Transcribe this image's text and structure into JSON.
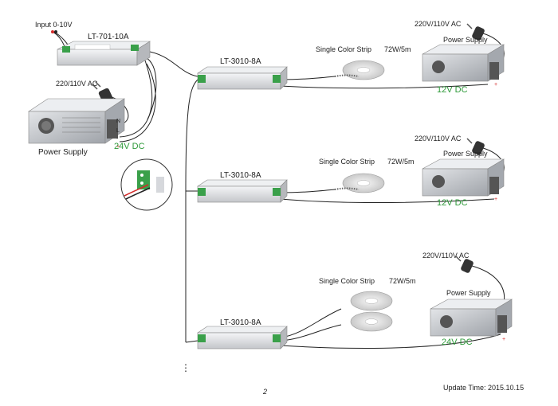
{
  "diagram": {
    "input_label": "Input 0-10V",
    "dimmer_model": "LT-701-10A",
    "ac_label_left": "220/110V AC",
    "psu_left_label": "Power Supply",
    "psu_left_dc": "24V DC",
    "rows": [
      {
        "controller": "LT-3010-8A",
        "strip_label": "Single Color Strip",
        "strip_power": "72W/5m",
        "ac_label": "220V/110V AC",
        "psu_label": "Power Supply",
        "dc_label": "12V DC"
      },
      {
        "controller": "LT-3010-8A",
        "strip_label": "Single Color Strip",
        "strip_power": "72W/5m",
        "ac_label": "220V/110V AC",
        "psu_label": "Power Supply",
        "dc_label": "12V DC"
      },
      {
        "controller": "LT-3010-8A",
        "strip_label": "Single Color Strip",
        "strip_power": "72W/5m",
        "ac_label": "220V/110V AC",
        "psu_label": "Power Supply",
        "dc_label": "24V DC"
      }
    ],
    "terminal_marks": [
      "N",
      "L",
      "-",
      "+"
    ],
    "continuation": "⋮"
  },
  "footer": {
    "page_number": "2",
    "update_time": "Update Time: 2015.10.15"
  },
  "colors": {
    "wire": "#222222",
    "dc_text": "#2e9a3a",
    "terminal_green": "#3aa04a",
    "terminal_red": "#d42a2a",
    "case_silver": "#d9dadd",
    "psu_body": "#b9bcc2"
  }
}
